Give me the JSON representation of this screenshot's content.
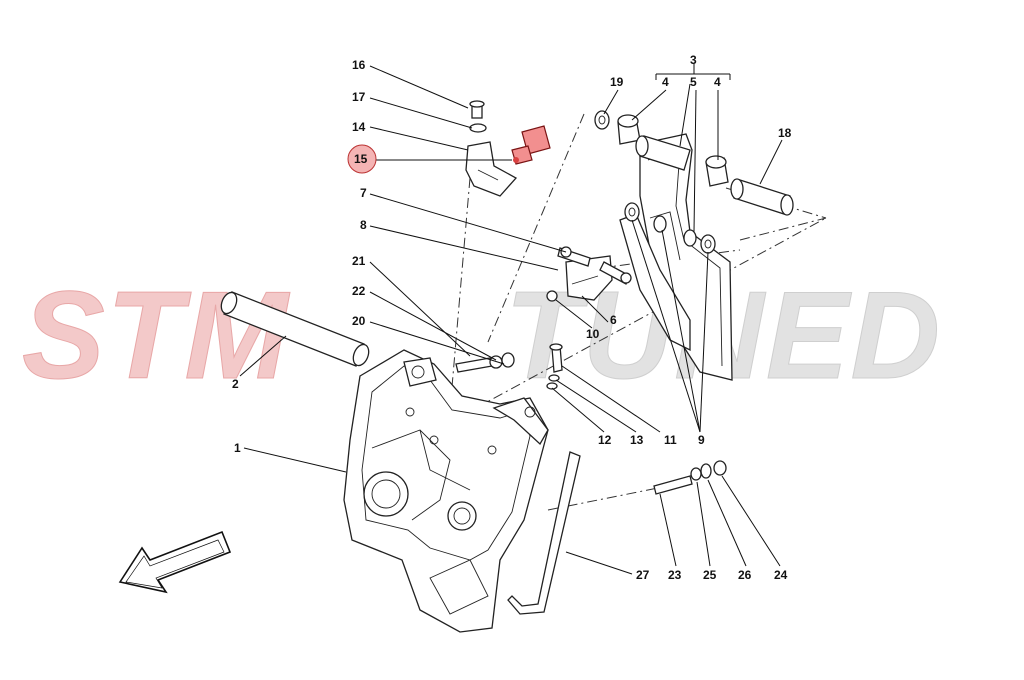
{
  "watermark": {
    "left_text": "STM",
    "right_text": "TUNED",
    "left_color": "#f3c9c9",
    "right_color": "#dcdcdc"
  },
  "highlight_color": "#f4b4b4",
  "callouts": {
    "c1": "1",
    "c2": "2",
    "c3": "3",
    "c4a": "4",
    "c4b": "4",
    "c5": "5",
    "c6": "6",
    "c7": "7",
    "c8": "8",
    "c9": "9",
    "c10": "10",
    "c11": "11",
    "c12": "12",
    "c13": "13",
    "c14": "14",
    "c15": "15",
    "c16": "16",
    "c17": "17",
    "c18": "18",
    "c19": "19",
    "c20": "20",
    "c21": "21",
    "c22": "22",
    "c23": "23",
    "c24": "24",
    "c25": "25",
    "c26": "26",
    "c27": "27"
  }
}
